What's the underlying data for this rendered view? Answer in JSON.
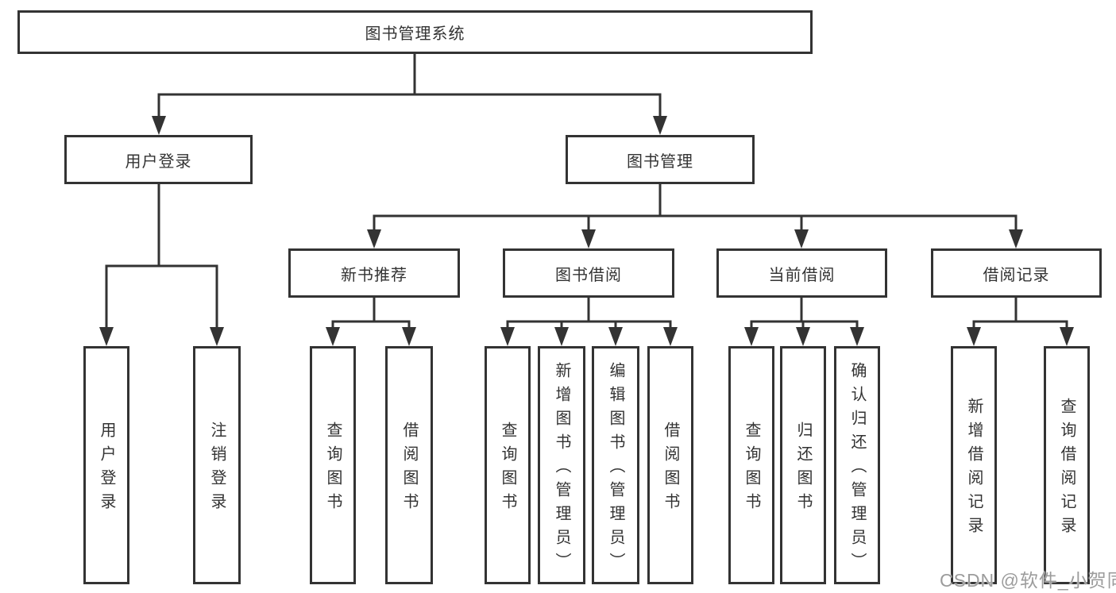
{
  "colors": {
    "line": "#333333",
    "box_border": "#333333",
    "box_fill": "#ffffff",
    "text": "#333333",
    "watermark_text": "#9c9c9c"
  },
  "diagram": {
    "root": "图书管理系统",
    "branches": [
      {
        "label": "用户登录",
        "leaves": [
          "用户登录",
          "注销登录"
        ]
      },
      {
        "label": "图书管理",
        "groups": [
          {
            "label": "新书推荐",
            "leaves": [
              "查询图书",
              "借阅图书"
            ]
          },
          {
            "label": "图书借阅",
            "leaves": [
              "查询图书",
              "新增图书（管理员）",
              "编辑图书（管理员）",
              "借阅图书"
            ]
          },
          {
            "label": "当前借阅",
            "leaves": [
              "查询图书",
              "归还图书",
              "确认归还（管理员）"
            ]
          },
          {
            "label": "借阅记录",
            "leaves": [
              "新增借阅记录",
              "查询借阅记录"
            ]
          }
        ]
      }
    ]
  },
  "watermark": "CSDN @软件_小贺同学"
}
